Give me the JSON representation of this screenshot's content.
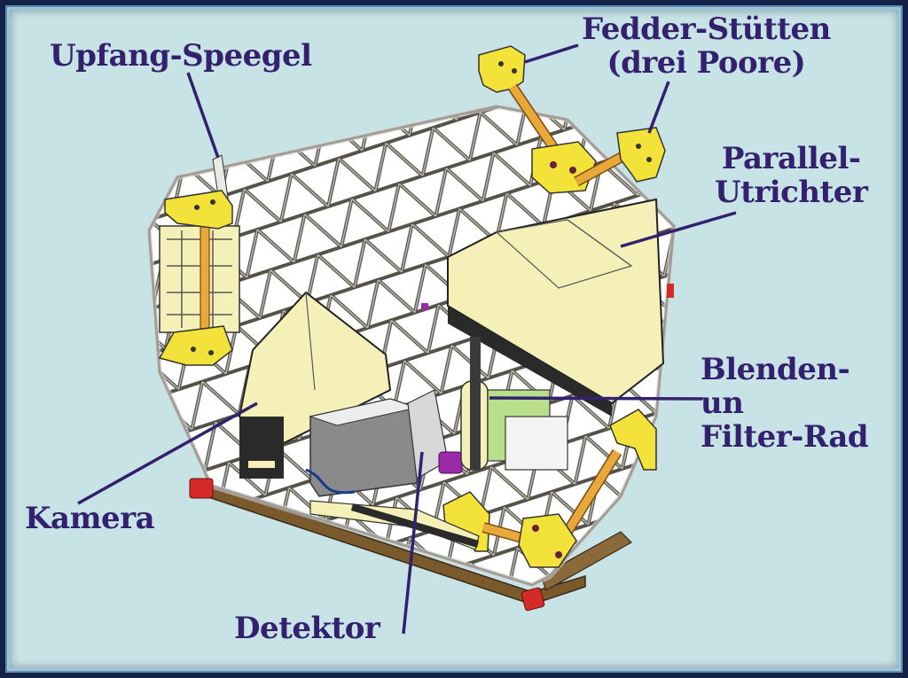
{
  "diagram": {
    "title": "Instrument assembly schematic",
    "colors": {
      "background": "#c8e3e6",
      "frame": "#14224a",
      "label_text": "#33206e",
      "leader_line": "#33206e",
      "plate": "#f4f4f2",
      "plate_outline": "#4a4a44",
      "optics_housing": "#f5f0b8",
      "mount_bracket": "#f2e23a",
      "strut": "#e8a93a",
      "base_side": "#7a5a2c",
      "connector": "#d42a2a",
      "accent_purple": "#9a2aa8"
    },
    "labels": {
      "upfang": [
        "Upfang-Speegel"
      ],
      "fedder": [
        "Fedder-Stütten",
        "(drei Poore)"
      ],
      "parallel": [
        "Parallel-",
        "Utrichter"
      ],
      "blenden": [
        "Blenden-",
        "un",
        "Filter-Rad"
      ],
      "kamera": [
        "Kamera"
      ],
      "detektor": [
        "Detektor"
      ]
    }
  }
}
